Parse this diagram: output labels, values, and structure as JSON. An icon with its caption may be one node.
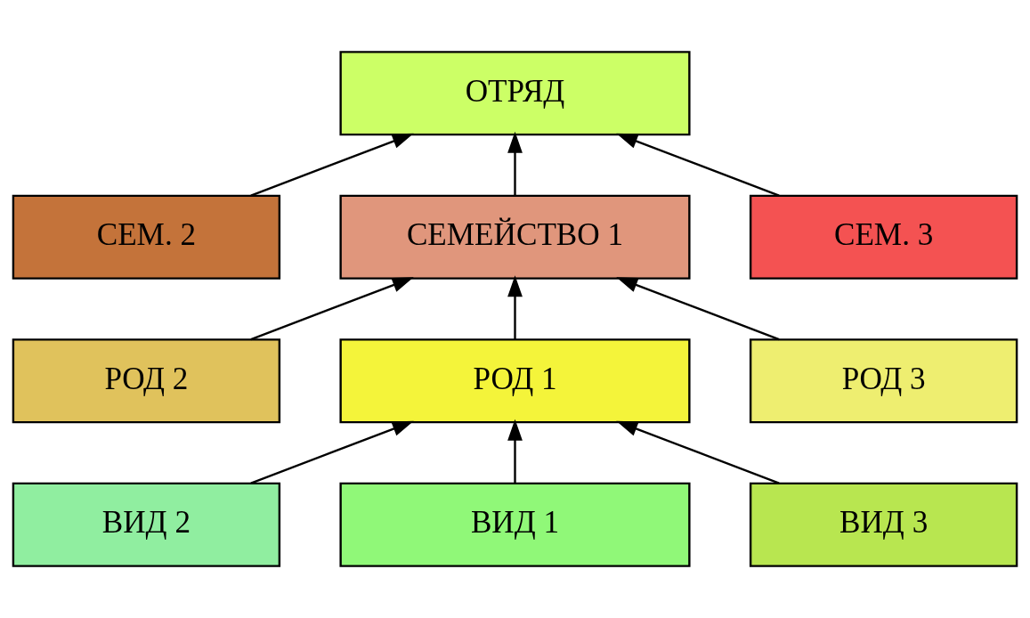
{
  "diagram": {
    "nodes": [
      {
        "text": [
          "ОТРЯД"
        ]
      },
      {
        "text": [
          "СЕМ. 2"
        ]
      },
      {
        "text": [
          "СЕМЕЙСТВО 1"
        ]
      },
      {
        "text": [
          "СЕМ. 3"
        ]
      },
      {
        "text": [
          "РОД 2"
        ]
      },
      {
        "text": [
          "РОД 1"
        ]
      },
      {
        "text": [
          "РОД 3"
        ]
      },
      {
        "text": [
          "ВИД 2"
        ]
      },
      {
        "text": [
          "ВИД 1"
        ]
      },
      {
        "text": [
          "ВИД 3"
        ]
      }
    ],
    "edges": [
      {
        "from": 1,
        "to": 0,
        "arrow": "to"
      },
      {
        "from": 2,
        "to": 0,
        "arrow": "to"
      },
      {
        "from": 3,
        "to": 0,
        "arrow": "to"
      },
      {
        "from": 4,
        "to": 2,
        "arrow": "to"
      },
      {
        "from": 5,
        "to": 2,
        "arrow": "to"
      },
      {
        "from": 6,
        "to": 2,
        "arrow": "to"
      },
      {
        "from": 7,
        "to": 5,
        "arrow": "to"
      },
      {
        "from": 8,
        "to": 5,
        "arrow": "to"
      },
      {
        "from": 9,
        "to": 5,
        "arrow": "to"
      }
    ]
  }
}
